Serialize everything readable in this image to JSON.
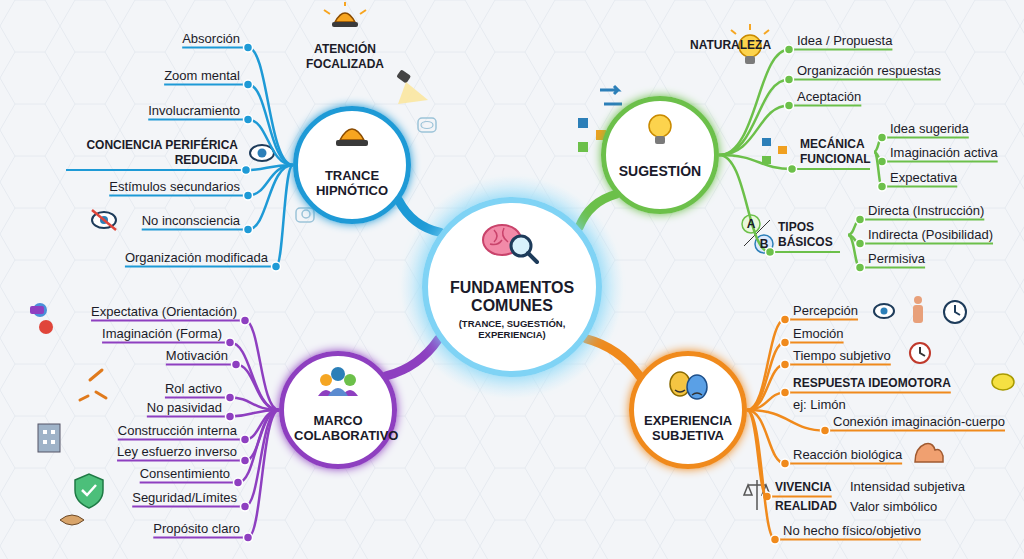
{
  "diagram": {
    "nodes": [
      {
        "text": [
          "FUNDAMENTOS COMUNES",
          "(TRANCE, SUGESTIÓN, EXPERIENCIA)"
        ]
      },
      {
        "text": [
          "TRANCE HIPNÓTICO"
        ]
      },
      {
        "text": [
          "SUGESTIÓN"
        ]
      },
      {
        "text": [
          "MARCO COLABORATIVO"
        ]
      },
      {
        "text": [
          "EXPERIENCIA SUBJETIVA"
        ]
      }
    ],
    "edges": [
      {
        "from": 0,
        "to": 1,
        "arrow": "none"
      },
      {
        "from": 0,
        "to": 2,
        "arrow": "none"
      },
      {
        "from": 0,
        "to": 3,
        "arrow": "none"
      },
      {
        "from": 0,
        "to": 4,
        "arrow": "none"
      }
    ],
    "labels": [
      "ATENCIÓN FOCALIZADA",
      "Absorción",
      "Zoom mental",
      "Involucramiento",
      "CONCIENCIA PERIFÉRICA REDUCIDA",
      "Estímulos secundarios",
      "No inconsciencia",
      "Organización modificada",
      "NATURALEZA",
      "Idea / Propuesta",
      "Organización respuestas",
      "Aceptación",
      "MECÁNICA FUNCIONAL",
      "Idea sugerida",
      "Imaginación activa",
      "Expectativa",
      "A",
      "B",
      "TIPOS BÁSICOS",
      "Directa (Instrucción)",
      "Indirecta (Posibilidad)",
      "Permisiva",
      "Expectativa (Orientación)",
      "Imaginación (Forma)",
      "Motivación",
      "Rol activo",
      "No pasividad",
      "Construcción interna",
      "Ley esfuerzo inverso",
      "Consentimiento",
      "Seguridad/Límites",
      "Propósito claro",
      "Percepción",
      "Emoción",
      "Tiempo subjetivo",
      "RESPUESTA IDEOMOTORA",
      "ej: Limón",
      "Conexión imaginación-cuerpo",
      "Reacción biológica",
      "VIVENCIA",
      "Intensidad subjetiva",
      "REALIDAD",
      "Valor simbólico",
      "No hecho físico/objetivo"
    ]
  }
}
